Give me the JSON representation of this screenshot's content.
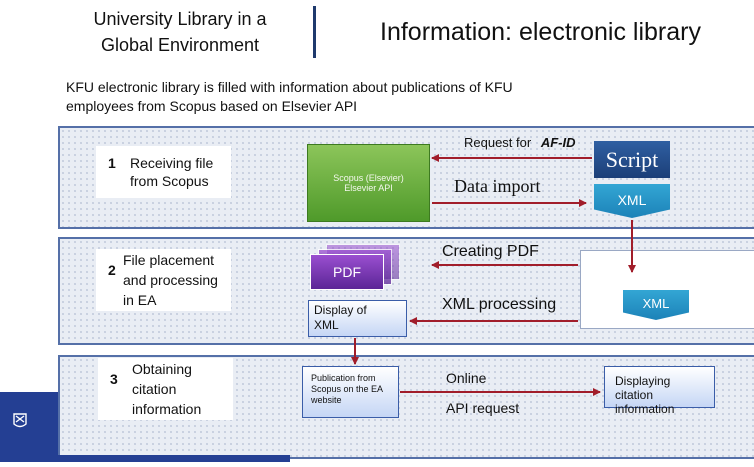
{
  "header": {
    "left_line1": "University Library in a",
    "left_line2": "Global Environment",
    "title": "Information: electronic library"
  },
  "intro": {
    "line1": "KFU electronic library is filled with information about publications of KFU",
    "line2": "employees from Scopus based on Elsevier API"
  },
  "steps": [
    {
      "number": "1",
      "line1": "Receiving file",
      "line2": "from Scopus",
      "line3": ""
    },
    {
      "number": "2",
      "line1": "File placement",
      "line2": "and processing",
      "line3": "in EA"
    },
    {
      "number": "3",
      "line1": "Obtaining",
      "line2": "citation",
      "line3": "information"
    }
  ],
  "nodes": {
    "scopus_line1": "Scopus (Elsevier)",
    "scopus_line2": "Elsevier API",
    "script": "Script",
    "xml_top": "XML",
    "xml_mid": "XML",
    "pdf": "PDF",
    "display_xml_line1": "Display of",
    "display_xml_line2": "XML",
    "publication_line1": "Publication from",
    "publication_line2": "Scopus on the EA",
    "publication_line3": "website",
    "citation_line1": "Displaying citation",
    "citation_line2": "information"
  },
  "edges": {
    "request_for": "Request for",
    "af_id": "AF-ID",
    "data_import": "Data import",
    "creating_pdf": "Creating PDF",
    "xml_processing": "XML processing",
    "online": "Online",
    "api_request": "API request"
  },
  "colors": {
    "arrow": "#a11d2a",
    "panel_border": "#5570a8",
    "brand_blue": "#243f93"
  }
}
